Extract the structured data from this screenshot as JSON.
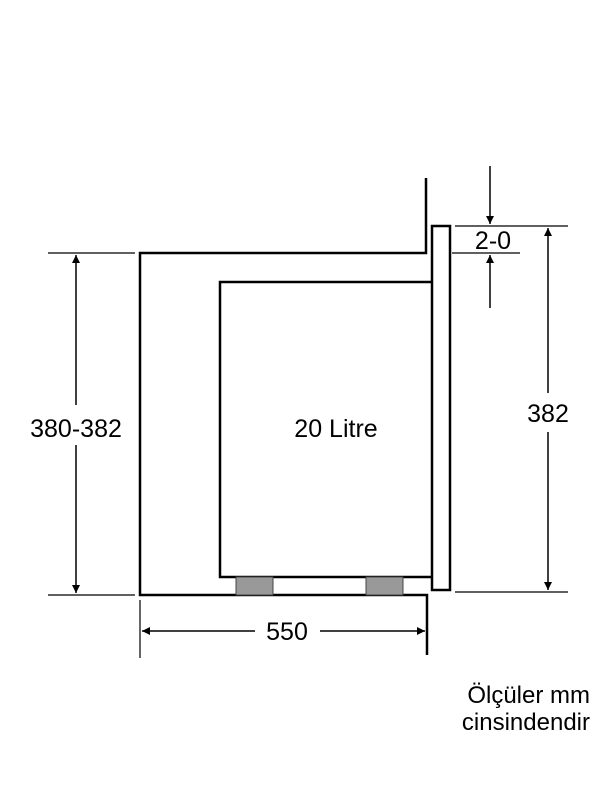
{
  "diagram": {
    "cavity_label": "20 Litre",
    "dim_width": "550",
    "dim_left_height": "380-382",
    "dim_right_height": "382",
    "dim_gap": "2-0",
    "note_line1": "Ölçüler mm",
    "note_line2": "cinsindendir"
  }
}
